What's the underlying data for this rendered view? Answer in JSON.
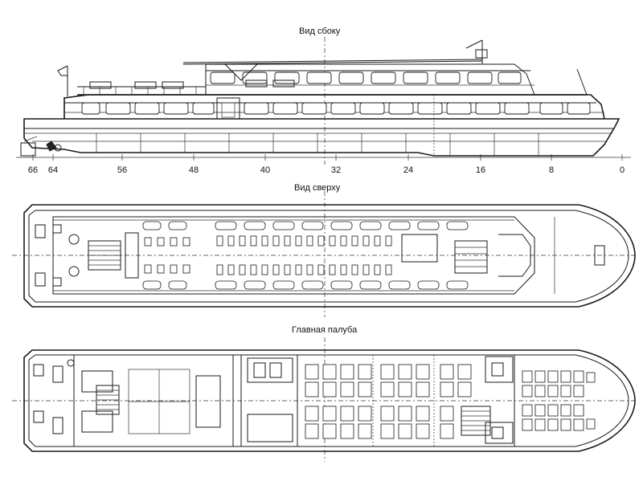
{
  "titles": {
    "side_view": "Вид сбоку",
    "top_view": "Вид сверху",
    "main_deck": "Главная палуба"
  },
  "frame_numbers": [
    "66",
    "64",
    "56",
    "48",
    "40",
    "32",
    "24",
    "16",
    "8",
    "0"
  ],
  "colors": {
    "line": "#1a1a1a",
    "background": "#ffffff"
  }
}
